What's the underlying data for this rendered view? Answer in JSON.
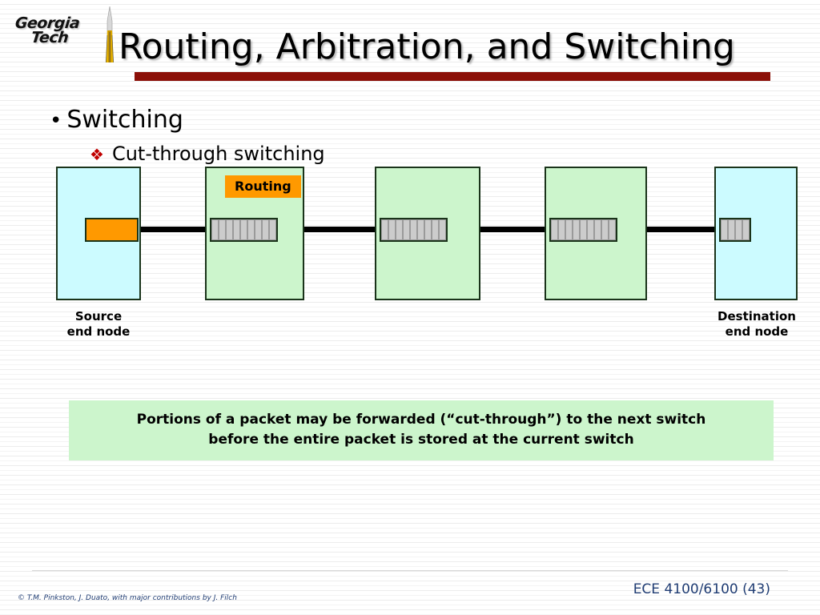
{
  "slide": {
    "title": "Routing, Arbitration, and Switching",
    "logo": {
      "line1": "Georgia",
      "line2": "Tech"
    },
    "bullets": {
      "level1": "Switching",
      "level1_marker": "•",
      "level2": "Cut-through switching",
      "level2_marker": "❖"
    },
    "diagram": {
      "routing_badge": "Routing",
      "source_caption_line1": "Source",
      "source_caption_line2": "end node",
      "destination_caption_line1": "Destination",
      "destination_caption_line2": "end node",
      "nodes": [
        {
          "kind": "end-node",
          "role": "source",
          "flit_color": "orange",
          "flit_count": 7
        },
        {
          "kind": "switch",
          "role": "switch-1",
          "flit_color": "gray",
          "flit_count": 9
        },
        {
          "kind": "switch",
          "role": "switch-2",
          "flit_color": "gray",
          "flit_count": 9
        },
        {
          "kind": "switch",
          "role": "switch-3",
          "flit_color": "gray",
          "flit_count": 9
        },
        {
          "kind": "end-node",
          "role": "destination",
          "flit_color": "gray",
          "flit_count": 4
        }
      ]
    },
    "callout": {
      "line1": "Portions of a packet may be forwarded (“cut-through”) to the next switch",
      "line2": "before the entire packet is stored at the current switch"
    },
    "footer": {
      "course": "ECE 4100/6100  (43)",
      "credit": "© T.M. Pinkston, J. Duato, with major contributions by J. Filch"
    },
    "colors": {
      "title_rule": "#8b1008",
      "end_node_fill": "#ccfbff",
      "switch_fill": "#ccf5cc",
      "packet_orange": "#ff9900",
      "packet_gray": "#cccccc",
      "footer_text": "#1f3c73",
      "diamond_marker": "#c00000"
    }
  }
}
